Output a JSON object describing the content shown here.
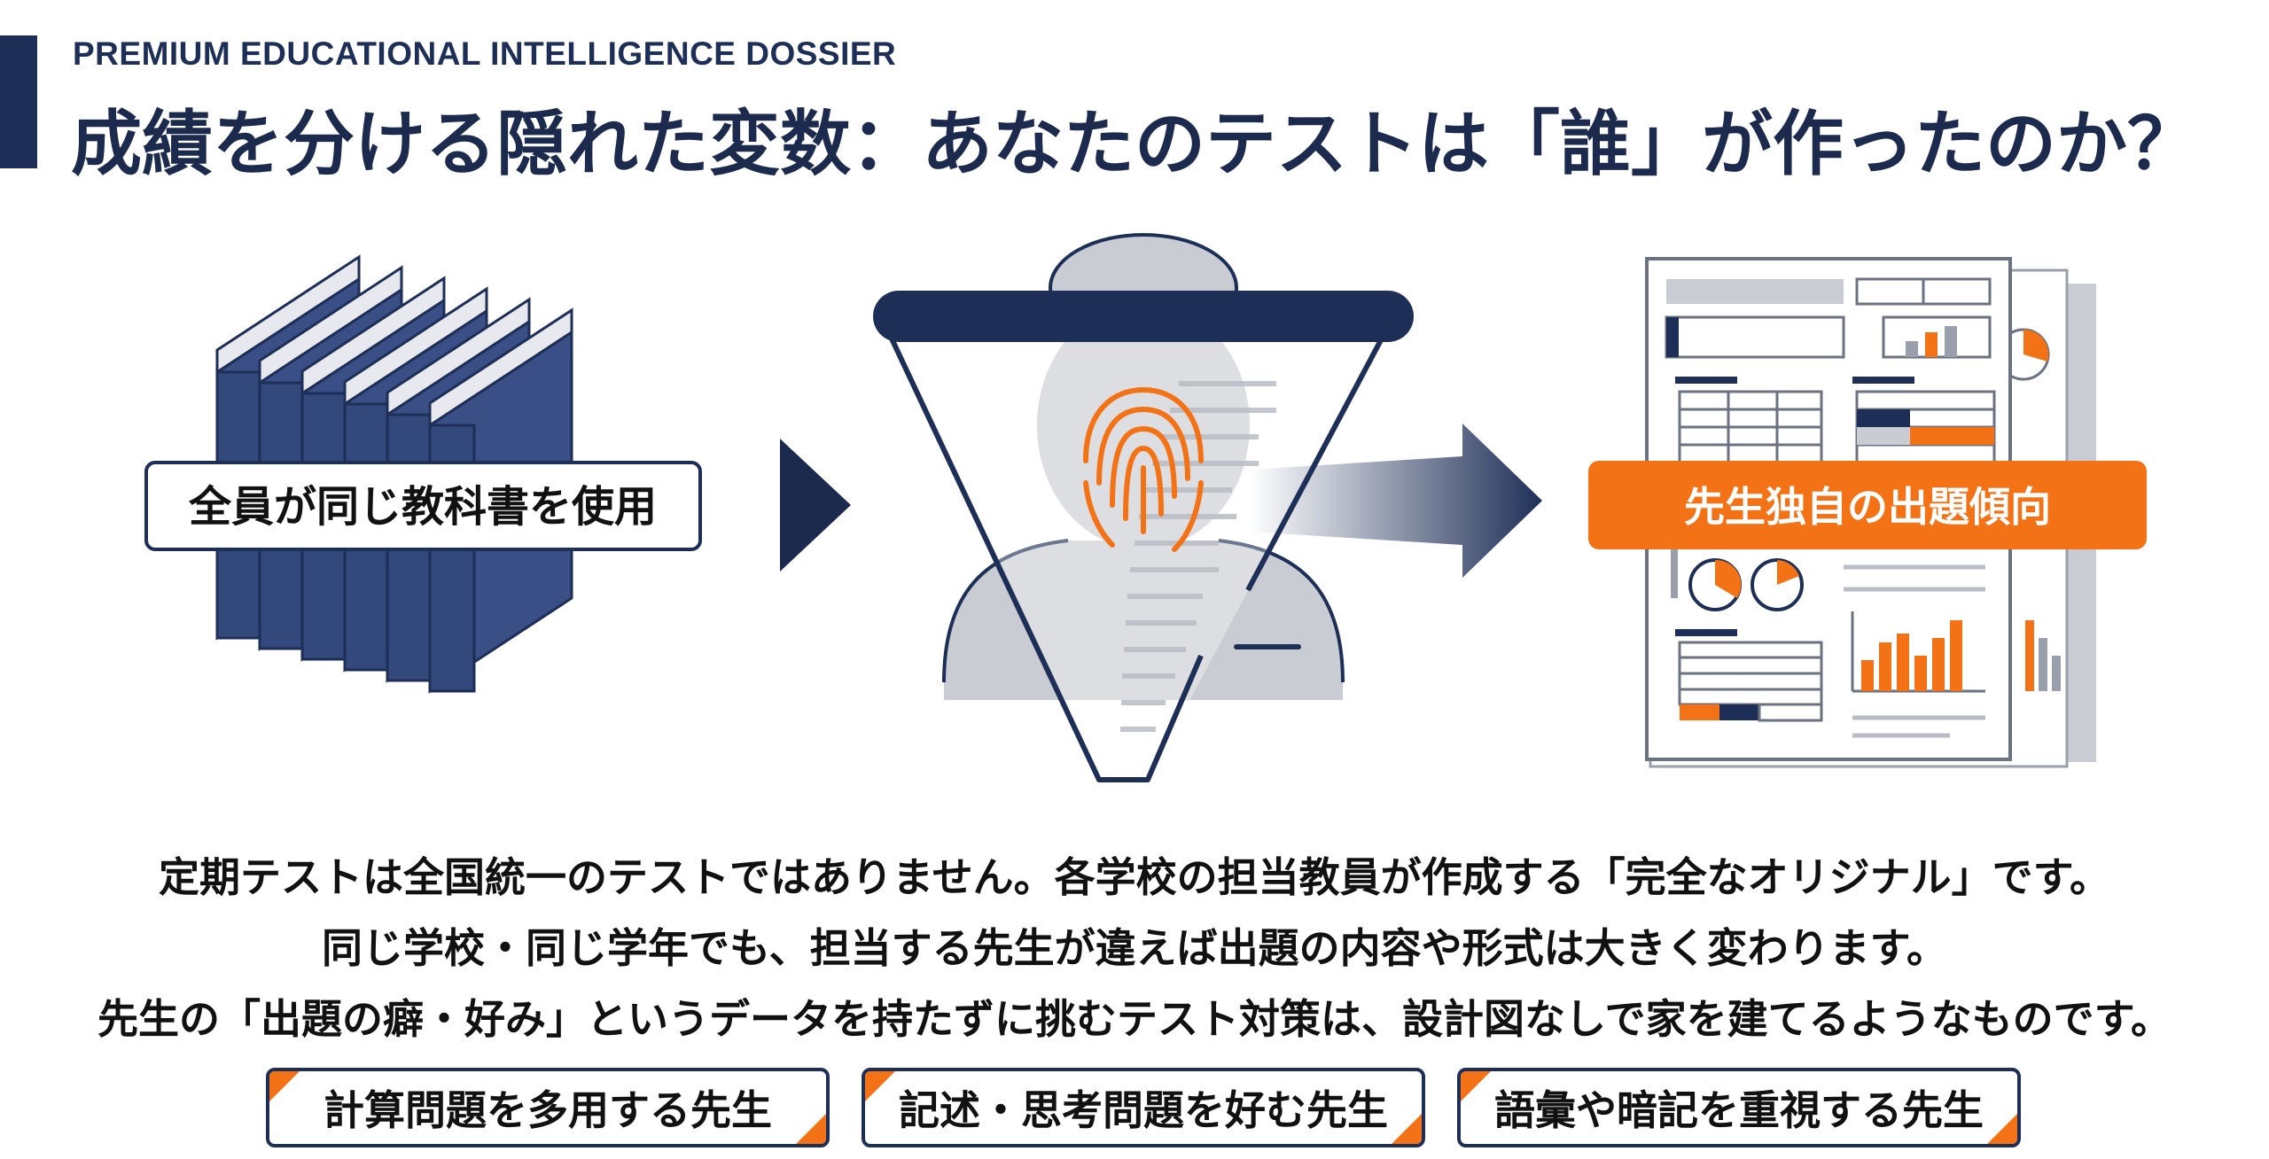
{
  "header": {
    "kicker": "PREMIUM EDUCATIONAL INTELLIGENCE DOSSIER",
    "title": "成績を分ける隠れた変数：あなたのテストは「誰」が作ったのか？"
  },
  "diagram": {
    "textbook_label": "全員が同じ教科書を使用",
    "tendency_label": "先生独自の出題傾向"
  },
  "body": {
    "line1": "定期テストは全国統一のテストではありません。各学校の担当教員が作成する「完全なオリジナル」です。",
    "line2": "同じ学校・同じ学年でも、担当する先生が違えば出題の内容や形式は大きく変わります。",
    "line3": "先生の「出題の癖・好み」というデータを持たずに挑むテスト対策は、設計図なしで家を建てるようなものです。"
  },
  "tags": [
    "計算問題を多用する先生",
    "記述・思考問題を好む先生",
    "語彙や暗記を重視する先生"
  ],
  "colors": {
    "navy": "#1e2f57",
    "orange": "#f47216",
    "gray": "#c9ccd3"
  }
}
